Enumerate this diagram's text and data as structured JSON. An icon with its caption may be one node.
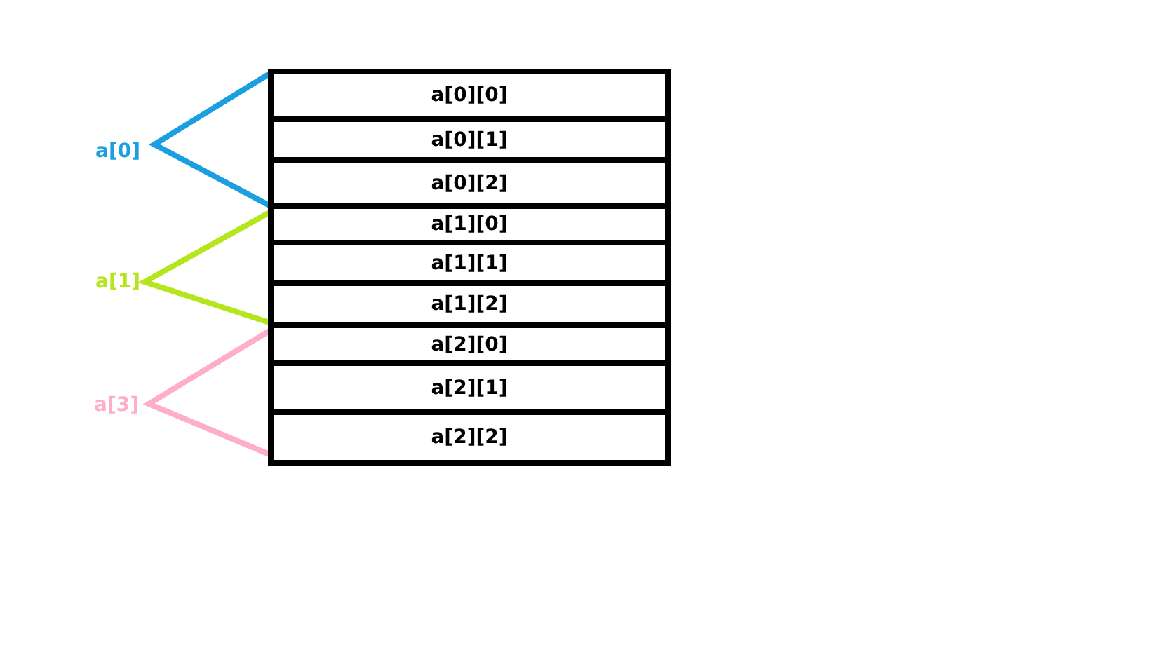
{
  "diagram": {
    "nodes": [
      {
        "text": [
          "a[0][0]"
        ]
      },
      {
        "text": [
          "a[0][1]"
        ]
      },
      {
        "text": [
          "a[0][2]"
        ]
      },
      {
        "text": [
          "a[1][0]"
        ]
      },
      {
        "text": [
          "a[1][1]"
        ]
      },
      {
        "text": [
          "a[1][2]"
        ]
      },
      {
        "text": [
          "a[2][0]"
        ]
      },
      {
        "text": [
          "a[2][1]"
        ]
      },
      {
        "text": [
          "a[2][2]"
        ]
      }
    ],
    "labels": [
      "a[0]",
      "a[1]",
      "a[3]"
    ]
  }
}
